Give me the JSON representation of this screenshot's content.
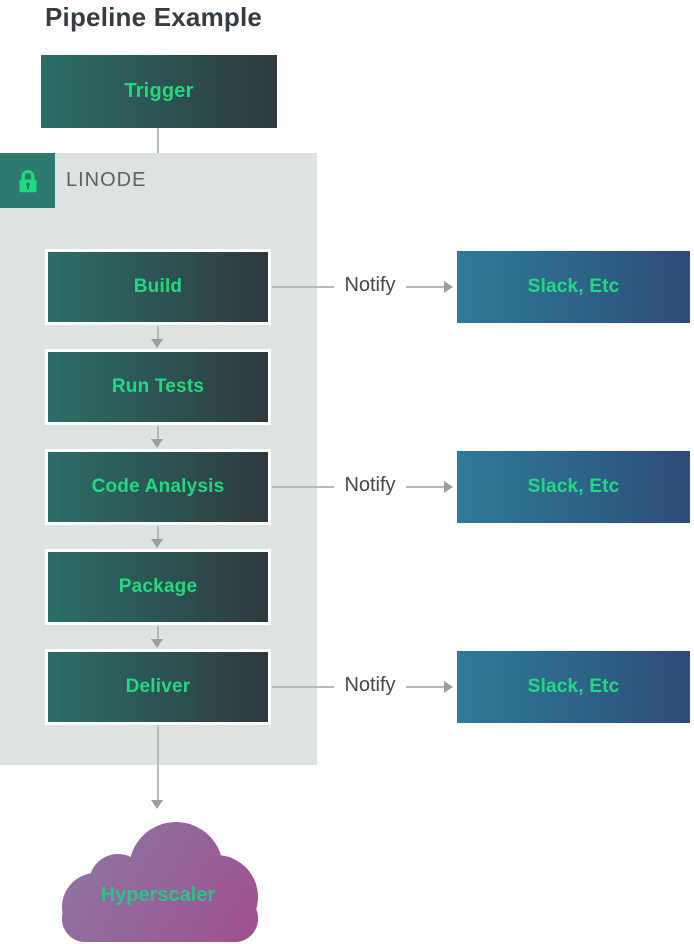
{
  "title": "Pipeline Example",
  "trigger": {
    "label": "Trigger"
  },
  "linode": {
    "label": "LINODE",
    "icon": "lock-icon"
  },
  "pipeline": [
    {
      "label": "Build",
      "notify": true
    },
    {
      "label": "Run Tests",
      "notify": false
    },
    {
      "label": "Code Analysis",
      "notify": true
    },
    {
      "label": "Package",
      "notify": false
    },
    {
      "label": "Deliver",
      "notify": true
    }
  ],
  "notify_rows": [
    {
      "label": "Notify",
      "target": "Slack, Etc"
    },
    {
      "label": "Notify",
      "target": "Slack, Etc"
    },
    {
      "label": "Notify",
      "target": "Slack, Etc"
    }
  ],
  "cloud": {
    "label": "Hyperscaler"
  },
  "colors": {
    "accent_green": "#20d981",
    "node_gradient_start": "#2b6e67",
    "node_gradient_end": "#2e3a3e",
    "slack_gradient_start": "#2f7b98",
    "slack_gradient_end": "#2d4d78",
    "panel_bg": "#dce3e1",
    "lock_badge_bg": "#2c7a6f",
    "cloud_gradient_start": "#8b79a5",
    "cloud_gradient_end": "#a04f90",
    "arrow_line": "#b4bbb8",
    "arrow_head": "#99a19d",
    "title_text": "#363d42",
    "notify_text": "#434a48",
    "linode_text": "#5c6461",
    "cloud_text": "#2ac487"
  }
}
